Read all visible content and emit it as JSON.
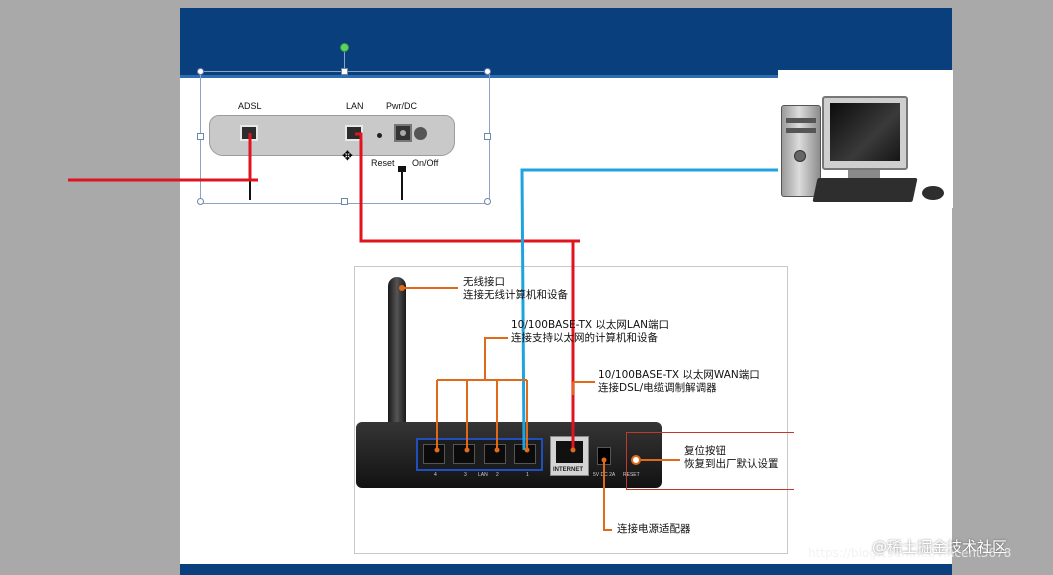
{
  "modem": {
    "adsl_label": "ADSL",
    "lan_label": "LAN",
    "pwr_label": "Pwr/DC",
    "reset_label": "Reset",
    "onoff_label": "On/Off"
  },
  "router": {
    "antenna_note_line1": "无线接口",
    "antenna_note_line2": "连接无线计算机和设备",
    "lan_note_line1": "10/100BASE-TX 以太网LAN端口",
    "lan_note_line2": "连接支持以太网的计算机和设备",
    "wan_note_line1": "10/100BASE-TX 以太网WAN端口",
    "wan_note_line2": "连接DSL/电缆调制解调器",
    "reset_note_line1": "复位按钮",
    "reset_note_line2": "恢复到出厂默认设置",
    "power_note": "连接电源适配器",
    "port_labels": [
      "4",
      "3",
      "LAN",
      "2",
      "1"
    ],
    "wan_port_label": "INTERNET",
    "power_port_label": "5V DC 2A",
    "reset_port_label": "RESET"
  },
  "watermark": {
    "brand": "@稀土掘金技术社区",
    "url": "https://blog.csdn.net/vincent3678"
  },
  "colors": {
    "slide_header": "#0a3f7d",
    "red_cable": "#e0141e",
    "blue_cable": "#1fa3e0",
    "callout": "#e06a1a",
    "lan_highlight": "#1f4fbe"
  },
  "icons": {
    "cursor": "move-cursor-icon",
    "computer": "desktop-computer-icon"
  }
}
